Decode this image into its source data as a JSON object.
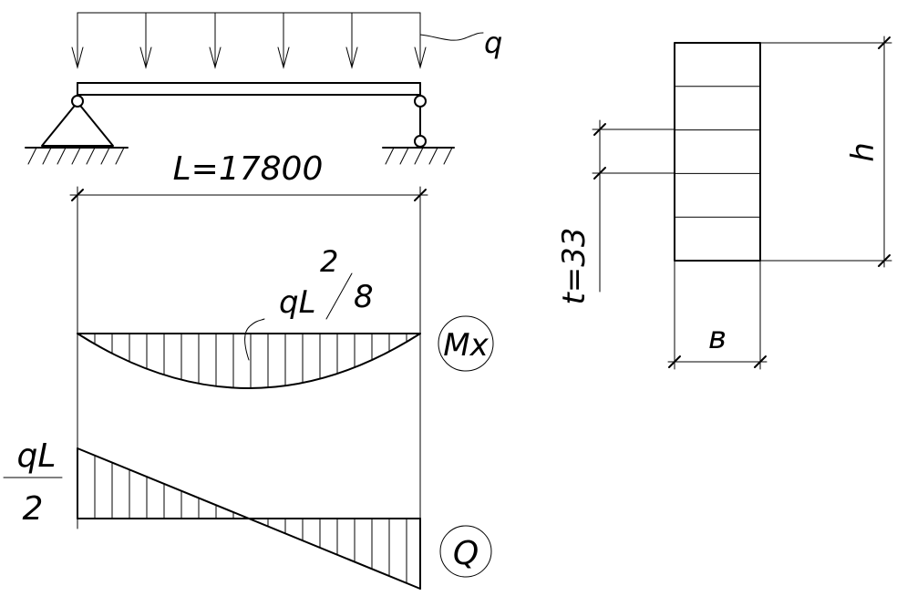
{
  "load_label": "q",
  "span_label": "L=17800",
  "moment_formula": {
    "numerator": "qL",
    "exponent": "2",
    "denominator": "8"
  },
  "moment_diagram_label": "Mx",
  "shear_formula": {
    "numerator": "qL",
    "denominator": "2"
  },
  "shear_diagram_label": "Q",
  "section": {
    "height_label": "h",
    "width_label": "в",
    "layer_thickness_label": "t=33",
    "layer_count": 5
  },
  "colors": {
    "line": "#000000",
    "background": "#ffffff"
  }
}
